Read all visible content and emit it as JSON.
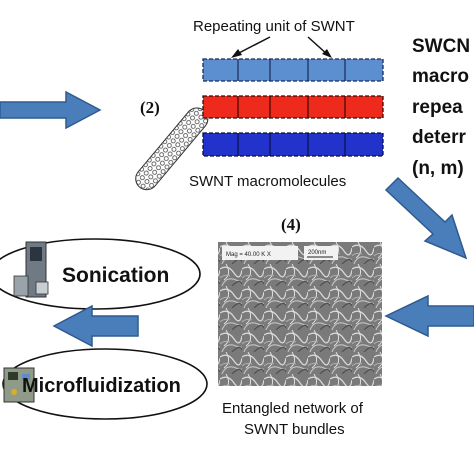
{
  "labels": {
    "repeating_unit": "Repeating unit of SWNT",
    "macromolecules": "SWNT macromolecules",
    "entangled_line1": "Entangled network of",
    "entangled_line2": "SWNT bundles",
    "sonication": "Sonication",
    "microfluidization": "Microfluidization",
    "step2": "(2)",
    "step4": "(4)"
  },
  "side_text": [
    "SWCN",
    "macro",
    "repea",
    "deterr",
    "(n, m)"
  ],
  "sem_caption": {
    "mag": "Mag = 40.00 K X",
    "scale": "200nm"
  },
  "colors": {
    "arrow_fill": "#4a7ebb",
    "arrow_stroke": "#2f5a8e",
    "tube_blue_light": "#5b8fd0",
    "tube_red": "#ee2a1c",
    "tube_blue_dark": "#2233cc"
  }
}
